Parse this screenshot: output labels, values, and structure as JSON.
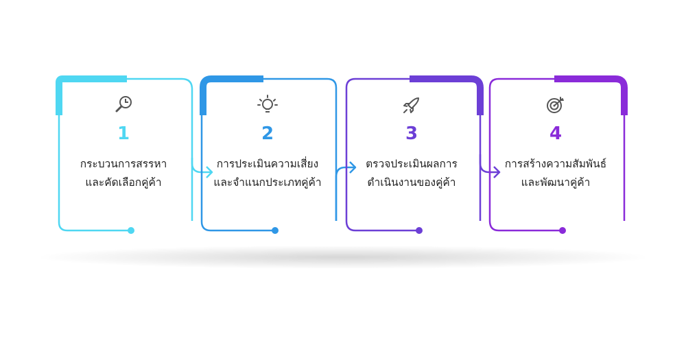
{
  "steps": [
    {
      "number": "1",
      "color": "#4fd7f2",
      "icon": "magnifier-clock-icon",
      "lines": [
        "กระบวนการสรรหา",
        "และคัดเลือกคู่ค้า"
      ]
    },
    {
      "number": "2",
      "color": "#2f97e6",
      "icon": "lightbulb-idea-icon",
      "lines": [
        "การประเมินความเสี่ยง",
        "และจำแนกประเภทคู่ค้า"
      ]
    },
    {
      "number": "3",
      "color": "#6c3fd6",
      "icon": "rocket-icon",
      "lines": [
        "ตรวจประเมินผลการ",
        "ดำเนินงานของคู่ค้า"
      ]
    },
    {
      "number": "4",
      "color": "#8a2bd9",
      "icon": "target-icon",
      "lines": [
        "การสร้างความสัมพันธ์",
        "และพัฒนาคู่ค้า"
      ]
    }
  ],
  "icon_color": "#555555"
}
